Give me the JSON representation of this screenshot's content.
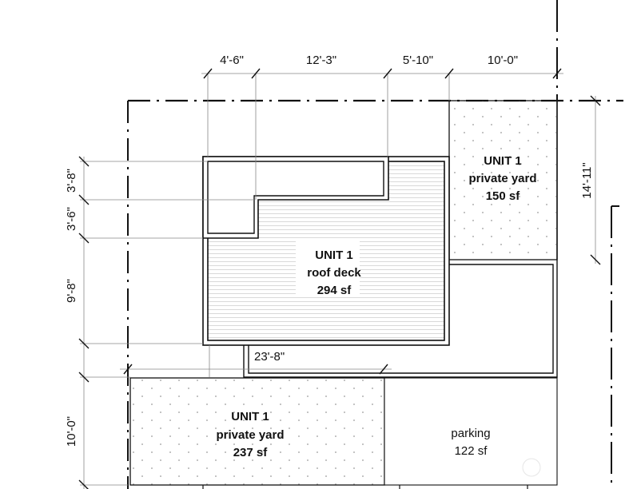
{
  "title": "Unit 1 site plan – outdoor areas",
  "dimensions": {
    "top": [
      "4'-6\"",
      "12'-3\"",
      "5'-10\"",
      "10'-0\""
    ],
    "left": [
      "3'-8\"",
      "3'-6\"",
      "9'-8\"",
      "10'-0\""
    ],
    "right": "14'-11\"",
    "lower": "23'-8\""
  },
  "areas": {
    "yard_top": {
      "unit": "UNIT 1",
      "name": "private yard",
      "area": "150 sf"
    },
    "roof_deck": {
      "unit": "UNIT 1",
      "name": "roof deck",
      "area": "294 sf"
    },
    "yard_bottom": {
      "unit": "UNIT 1",
      "name": "private yard",
      "area": "237 sf"
    },
    "parking": {
      "name": "parking",
      "area": "122 sf"
    }
  },
  "colors": {
    "line": "#111111",
    "thin": "#888888"
  }
}
